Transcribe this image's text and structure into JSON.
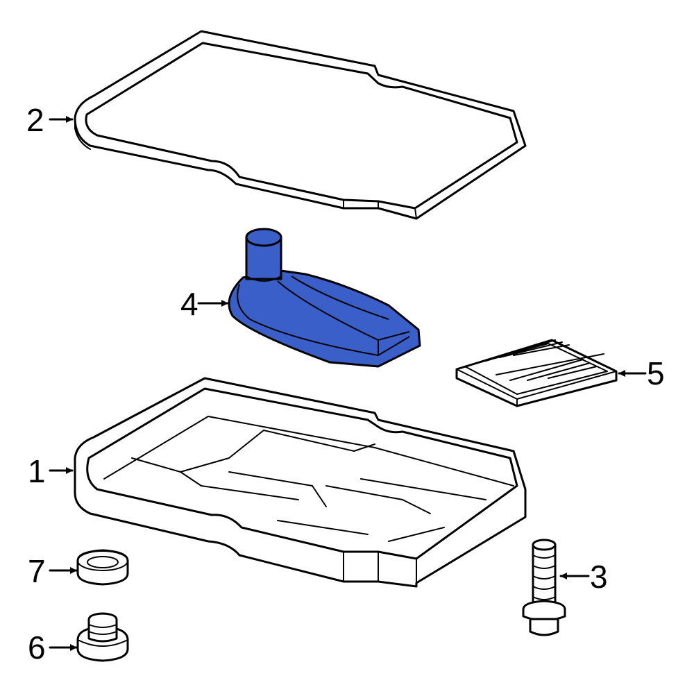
{
  "diagram": {
    "type": "exploded-parts-diagram",
    "highlight_color": "#3a5fc8",
    "line_color": "#000000",
    "background": "#ffffff",
    "callouts": [
      {
        "id": "1",
        "label": "1",
        "part": "transmission-oil-pan"
      },
      {
        "id": "2",
        "label": "2",
        "part": "pan-gasket"
      },
      {
        "id": "3",
        "label": "3",
        "part": "pan-bolt"
      },
      {
        "id": "4",
        "label": "4",
        "part": "filter",
        "highlighted": true
      },
      {
        "id": "5",
        "label": "5",
        "part": "filter-insert"
      },
      {
        "id": "6",
        "label": "6",
        "part": "drain-plug"
      },
      {
        "id": "7",
        "label": "7",
        "part": "seal-washer"
      }
    ]
  }
}
